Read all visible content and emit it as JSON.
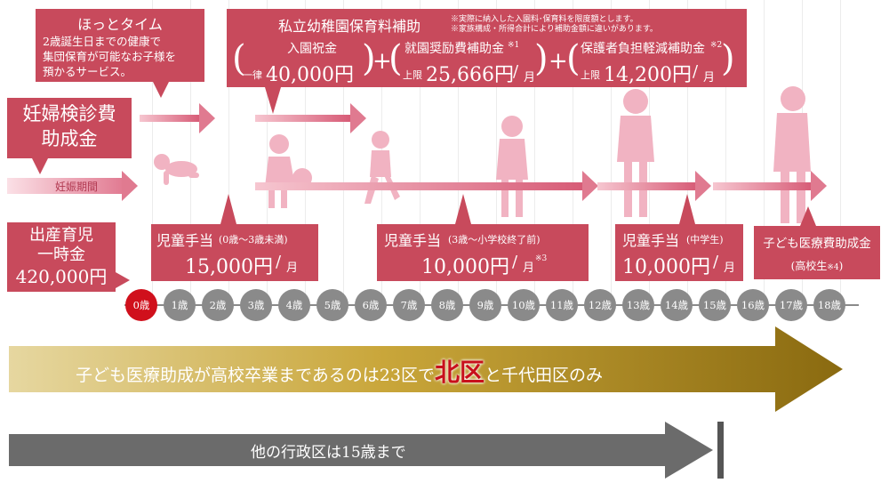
{
  "hotto": {
    "title": "ほっとタイム",
    "line1": "2歳誕生日までの健康で",
    "line2": "集団保育が可能なお子様を",
    "line3": "預かるサービス。"
  },
  "shiritsu": {
    "title": "私立幼稚園保育料補助",
    "note1": "※実際に納入した入園料･保育料を限度額とします。",
    "note2": "※家族構成・所得合計により補助金額に違いがあります。",
    "item1_label": "入園祝金",
    "item1_prefix": "一律",
    "item1_amount": "40,000円",
    "item2_label": "就園奨励費補助金",
    "item2_mark": "※1",
    "item2_prefix": "上限",
    "item2_amount": "25,666円",
    "item2_unit": "月",
    "item3_label": "保護者負担軽減補助金",
    "item3_mark": "※2",
    "item3_prefix": "上限",
    "item3_amount": "14,200円",
    "item3_unit": "月",
    "plus": "+"
  },
  "ninpu": {
    "line1": "妊婦検診費",
    "line2": "助成金"
  },
  "ninshin": {
    "label": "妊娠期間"
  },
  "shussan": {
    "line1": "出産育児",
    "line2": "一時金",
    "amount": "420,000円"
  },
  "jido1": {
    "title": "児童手当",
    "range": "(0歳～3歳未満)",
    "amount": "15,000円",
    "unit": "月"
  },
  "jido2": {
    "title": "児童手当",
    "range": "(3歳～小学校終了前)",
    "amount": "10,000円",
    "unit": "月",
    "mark": "※3"
  },
  "jido3": {
    "title": "児童手当",
    "range": "(中学生)",
    "amount": "10,000円",
    "unit": "月"
  },
  "iryo": {
    "title": "子ども医療費助成金",
    "sub": "(高校生",
    "mark": "※4",
    "close": ")"
  },
  "ages": [
    "0歳",
    "1歳",
    "2歳",
    "3歳",
    "4歳",
    "5歳",
    "6歳",
    "7歳",
    "8歳",
    "9歳",
    "10歳",
    "11歳",
    "12歳",
    "13歳",
    "14歳",
    "15歳",
    "16歳",
    "17歳",
    "18歳"
  ],
  "banner_gold": {
    "pre": "子ども医療助成が高校卒業まであるのは23区で",
    "highlight": "北区",
    "post": "と千代田区のみ"
  },
  "banner_gray": {
    "text": "他の行政区は15歳まで"
  },
  "colors": {
    "box": "#c84a5c",
    "pink_light": "#f6c6d0",
    "pink_dark": "#d75b76",
    "age_circle": "#8a8a8a",
    "age_selected": "#d0101c",
    "gold": "#b89a2a",
    "gray_arrow": "#6b6b6b",
    "highlight": "#c8101c"
  }
}
